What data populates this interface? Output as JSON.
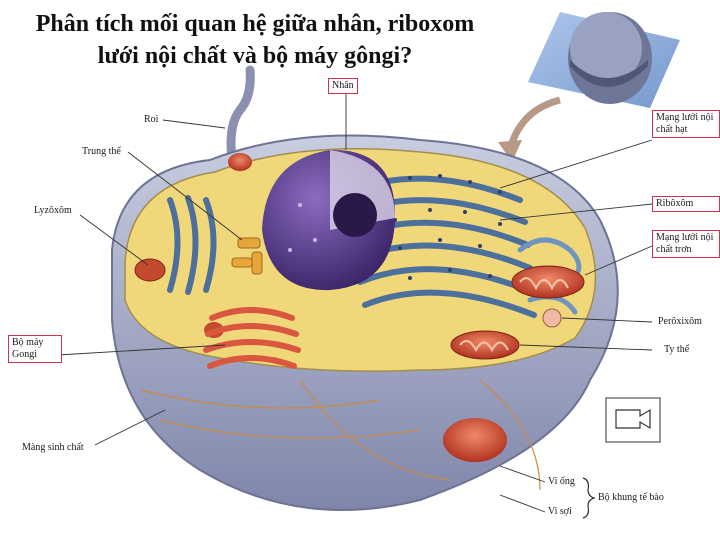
{
  "title": {
    "line1": "Phân tích mối quan hệ giữa nhân, riboxom",
    "line2": "lưới nội chất và bộ máy gôngi?"
  },
  "labels": {
    "nhan": "Nhân",
    "roi": "Roi",
    "trung_the": "Trung thể",
    "lyzoxom": "Lyzôxôm",
    "bo_may_gongi": "Bộ máy Gongi",
    "mang_sinh_chat": "Màng sinh chất",
    "mang_luoi_hat": "Mạng lưới nội chất hạt",
    "riboxom": "Ribôxôm",
    "mang_luoi_tron": "Mạng lưới nội chất trơn",
    "peroxixom": "Perôxixôm",
    "ty_the": "Ty thể",
    "vi_ong": "Vi ống",
    "vi_soi": "Vi sợi",
    "bo_khung": "Bộ khung tế bào"
  },
  "colors": {
    "highlight_box": "#d2334a",
    "cytoplasm": "#f0d77a",
    "nucleus": "#5b3d8c",
    "er": "#4c6f9c",
    "golgi": "#d9573e",
    "mitochondria": "#c8452e",
    "membrane": "#9aa3c2"
  }
}
